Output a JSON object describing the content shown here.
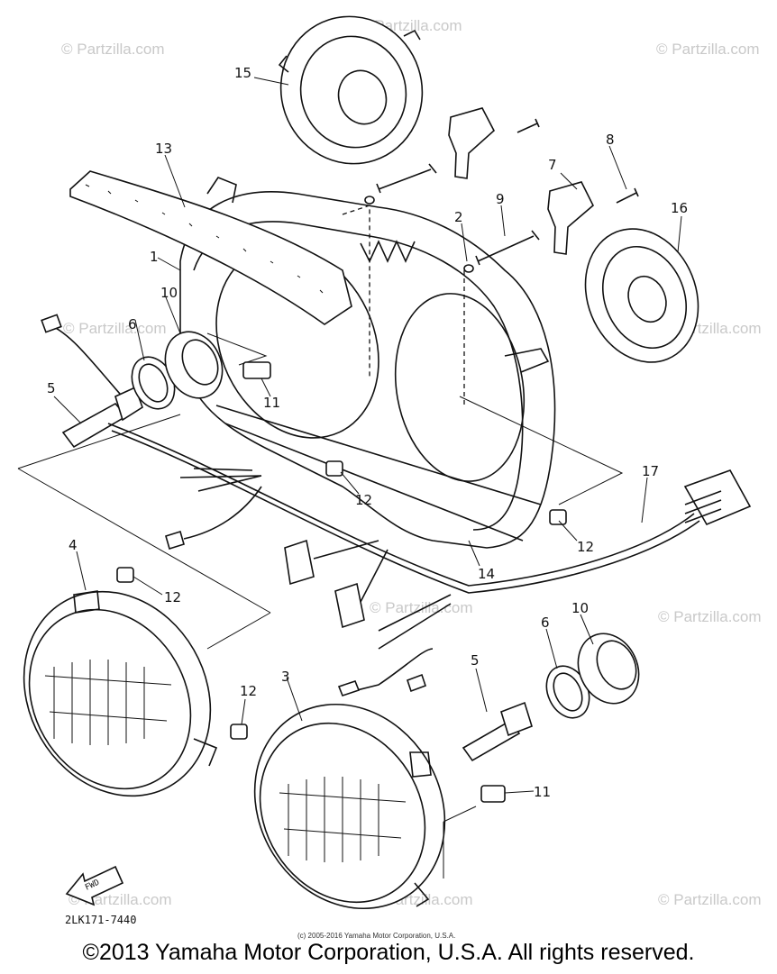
{
  "watermark_text": "© Partzilla.com",
  "diagram_code": "2LK171-7440",
  "fwd_label": "FWD",
  "inner_copyright": "(c) 2005-2016 Yamaha Motor Corporation, U.S.A.",
  "footer_copyright": "©2013 Yamaha Motor Corporation, U.S.A. All rights reserved.",
  "parts": {
    "p1": "1",
    "p2": "2",
    "p3": "3",
    "p4": "4",
    "p5a": "5",
    "p5b": "5",
    "p6a": "6",
    "p6b": "6",
    "p7": "7",
    "p8": "8",
    "p9": "9",
    "p10a": "10",
    "p10b": "10",
    "p11a": "11",
    "p11b": "11",
    "p12a": "12",
    "p12b": "12",
    "p12c": "12",
    "p12d": "12",
    "p13": "13",
    "p14": "14",
    "p15": "15",
    "p16": "16",
    "p17": "17"
  }
}
